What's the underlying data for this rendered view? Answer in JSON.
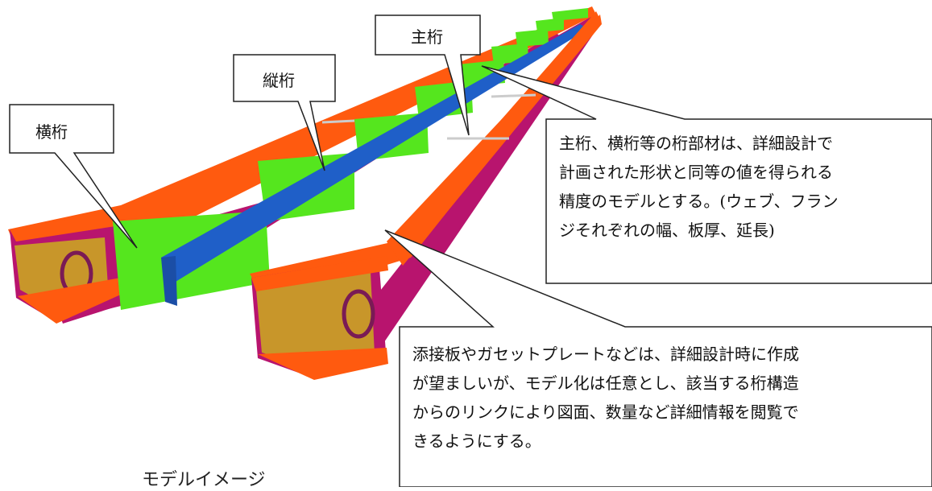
{
  "callouts": {
    "main_girder": "主桁",
    "stringer": "縦桁",
    "cross_beam": "横桁"
  },
  "notes": {
    "girder_members": [
      "主桁、横桁等の桁部材は、詳細設計で",
      "計画された形状と同等の値を得られる",
      "精度のモデルとする。(ウェブ、フラン",
      "ジそれぞれの幅、板厚、延長)"
    ],
    "splice_plates": [
      "添接板やガセットプレートなどは、詳細設計時に作成",
      "が望ましいが、モデル化は任意とし、該当する桁構造",
      "からのリンクにより図面、数量など詳細情報を閲覧で",
      "きるようにする。"
    ]
  },
  "caption": "モデルイメージ",
  "colors": {
    "flange": "#ff5a0f",
    "web": "#b8146e",
    "cross_beam": "#55e61e",
    "stringer": "#1f5fc8",
    "end_plate": "#c8962a",
    "callout_border": "#222222"
  }
}
